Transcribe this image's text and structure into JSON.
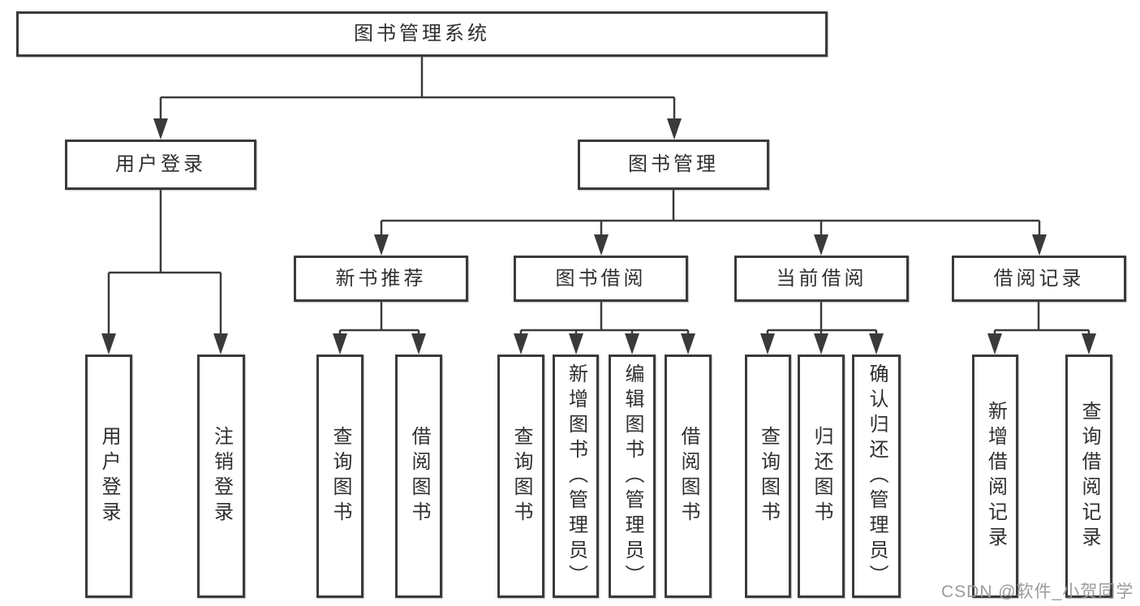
{
  "tree": {
    "root": {
      "label": "图书管理系统"
    },
    "branches": [
      {
        "label": "用户登录",
        "children": [
          {
            "label": "用户登录"
          },
          {
            "label": "注销登录"
          }
        ]
      },
      {
        "label": "图书管理",
        "children": [
          {
            "label": "新书推荐",
            "children": [
              {
                "label": "查询图书"
              },
              {
                "label": "借阅图书"
              }
            ]
          },
          {
            "label": "图书借阅",
            "children": [
              {
                "label": "查询图书"
              },
              {
                "label": "新增图书（管理员）"
              },
              {
                "label": "编辑图书（管理员）"
              },
              {
                "label": "借阅图书"
              }
            ]
          },
          {
            "label": "当前借阅",
            "children": [
              {
                "label": "查询图书"
              },
              {
                "label": "归还图书"
              },
              {
                "label": "确认归还（管理员）"
              }
            ]
          },
          {
            "label": "借阅记录",
            "children": [
              {
                "label": "新增借阅记录"
              },
              {
                "label": "查询借阅记录"
              }
            ]
          }
        ]
      }
    ]
  },
  "watermark": {
    "text": "CSDN @软件_小贺同学"
  },
  "colors": {
    "line": "#3a3a3a",
    "box_border": "#3a3a3a",
    "box_background": "#ffffff",
    "text": "#2f2f2f",
    "watermark": "#9b9b9b",
    "background": "#ffffff"
  }
}
